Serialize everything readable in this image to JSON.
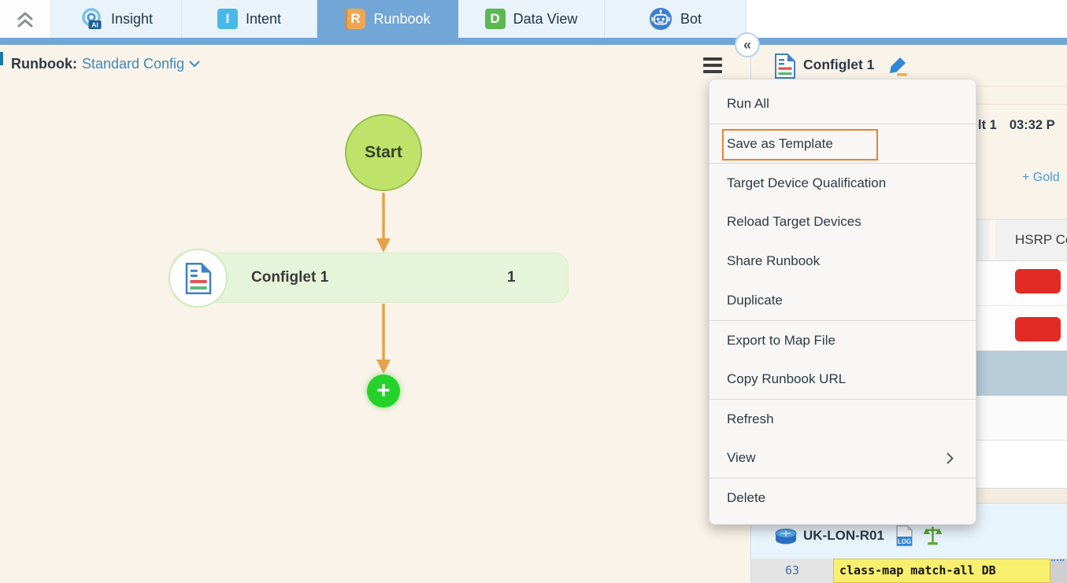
{
  "tabs": {
    "items": [
      {
        "label": "Insight",
        "badge": "AI"
      },
      {
        "label": "Intent",
        "icon_letter": "I"
      },
      {
        "label": "Runbook",
        "icon_letter": "R"
      },
      {
        "label": "Data View",
        "icon_letter": "D"
      },
      {
        "label": "Bot"
      }
    ]
  },
  "icons": {
    "panel_collapse": "«",
    "add_step": "+"
  },
  "runbook_header": {
    "label": "Runbook:",
    "name": "Standard Config"
  },
  "flow": {
    "start_label": "Start",
    "node_label": "Configlet 1",
    "node_count": "1"
  },
  "menu": {
    "items": [
      {
        "label": "Run All"
      },
      {
        "label": "Save as Template"
      },
      {
        "label": "Target Device Qualification"
      },
      {
        "label": "Reload Target Devices"
      },
      {
        "label": "Share Runbook"
      },
      {
        "label": "Duplicate"
      },
      {
        "label": "Export to Map File"
      },
      {
        "label": "Copy Runbook URL"
      },
      {
        "label": "Refresh"
      },
      {
        "label": "View"
      },
      {
        "label": "Delete"
      }
    ]
  },
  "right_panel": {
    "title": "Configlet 1",
    "result_left": "lt 1",
    "result_time": "03:32 P",
    "golden_link": "+ Gold",
    "table_header": "HSRP Co",
    "device_name": "UK-LON-R01",
    "log_badge": "LOG",
    "code_line_number": "63",
    "code_text": "class-map match-all DB"
  },
  "colors": {
    "active_tab_blue": "#72a6d7",
    "accent_orange": "#e8822e",
    "arrow_orange": "#e3a24b",
    "start_green": "#bfe36a",
    "node_green": "#e6f5da",
    "add_green": "#25d22a",
    "status_red": "#e22a25",
    "link_blue": "#3a8ac0",
    "canvas_cream": "#faf3e9"
  }
}
